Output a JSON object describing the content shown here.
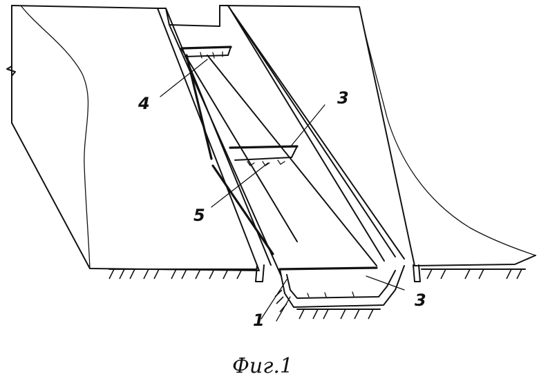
{
  "caption": "Фиг.1",
  "labels": {
    "l1": "1",
    "l3a": "3",
    "l3b": "3",
    "l4": "4",
    "l5": "5"
  }
}
